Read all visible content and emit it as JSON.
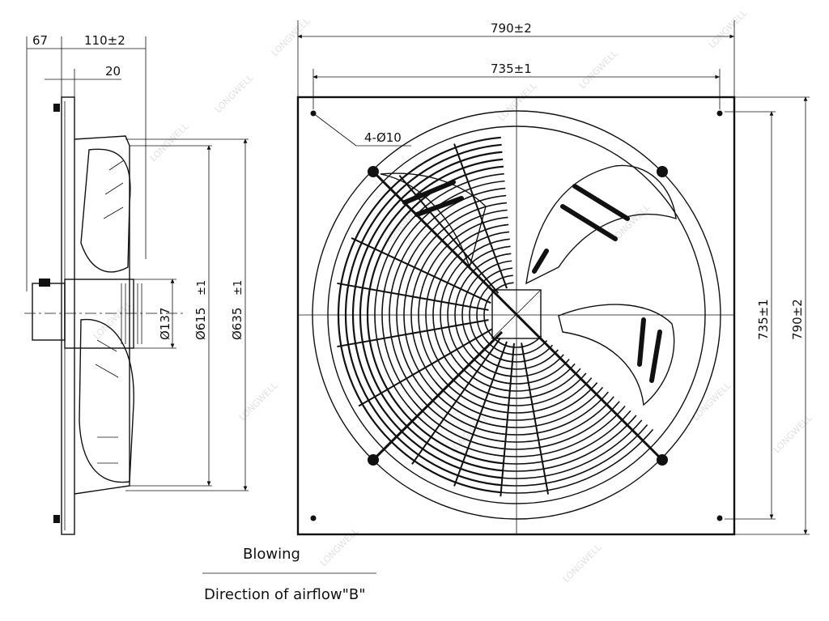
{
  "side_view": {
    "dim_left": "67",
    "dim_depth": "110±2",
    "dim_offset": "20",
    "dim_hub": "Ø137",
    "dim_inlet": "Ø615",
    "dim_inlet_tol": "±1",
    "dim_outer": "Ø635",
    "dim_outer_tol": "±1"
  },
  "front_view": {
    "dim_width_total": "790±2",
    "dim_width_holes": "735±1",
    "dim_height_holes": "735±1",
    "dim_height_total": "790±2",
    "hole_callout": "4-Ø10"
  },
  "captions": {
    "airflow_type": "Blowing",
    "airflow_label": "Direction of airflow\"B\""
  },
  "watermark": "LONGWELL"
}
